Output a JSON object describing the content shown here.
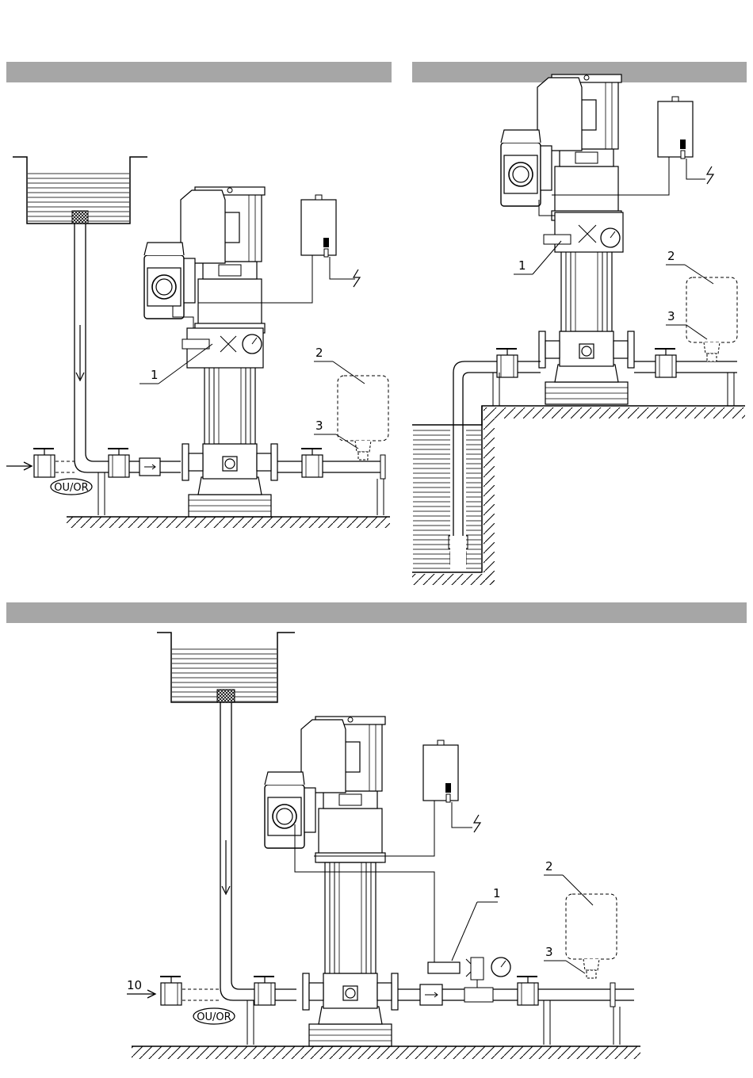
{
  "diagrams": [
    {
      "callouts": {
        "c1": "1",
        "c2": "2",
        "c3": "3"
      },
      "ouor": "OU/OR"
    },
    {
      "callouts": {
        "c1": "1",
        "c2": "2",
        "c3": "3"
      }
    },
    {
      "callouts": {
        "c1": "1",
        "c2": "2",
        "c3": "3",
        "c10": "10"
      },
      "ouor": "OU/OR"
    }
  ],
  "icons": [
    "electric-supply-icon",
    "flow-arrow-icon",
    "pressure-gauge-icon",
    "strainer-icon"
  ]
}
